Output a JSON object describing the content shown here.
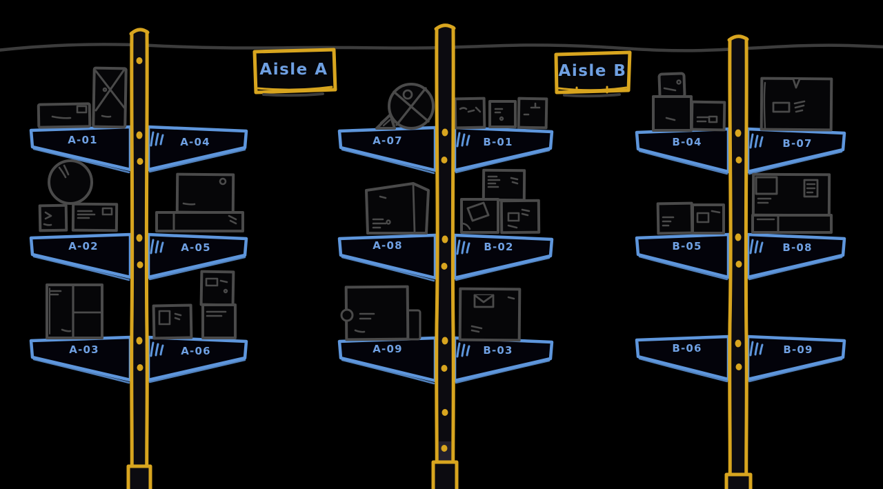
{
  "colors": {
    "background": "#000000",
    "post_yellow": "#D8A51F",
    "shelf_blue": "#5E96DC",
    "label_blue": "#6FA0E2",
    "box_gray": "#4A4A4A",
    "ceiling_gray": "#3C3C3C"
  },
  "signs": {
    "aisle_a": "Aisle A",
    "aisle_b": "Aisle B"
  },
  "racks": [
    {
      "id": "rack-1",
      "shelves": [
        {
          "left": "A-01",
          "right": "A-04"
        },
        {
          "left": "A-02",
          "right": "A-05"
        },
        {
          "left": "A-03",
          "right": "A-06"
        }
      ]
    },
    {
      "id": "rack-2",
      "shelves": [
        {
          "left": "A-07",
          "right": "B-01"
        },
        {
          "left": "A-08",
          "right": "B-02"
        },
        {
          "left": "A-09",
          "right": "B-03"
        }
      ]
    },
    {
      "id": "rack-3",
      "shelves": [
        {
          "left": "B-04",
          "right": "B-07"
        },
        {
          "left": "B-05",
          "right": "B-08"
        },
        {
          "left": "B-06",
          "right": "B-09"
        }
      ]
    }
  ]
}
